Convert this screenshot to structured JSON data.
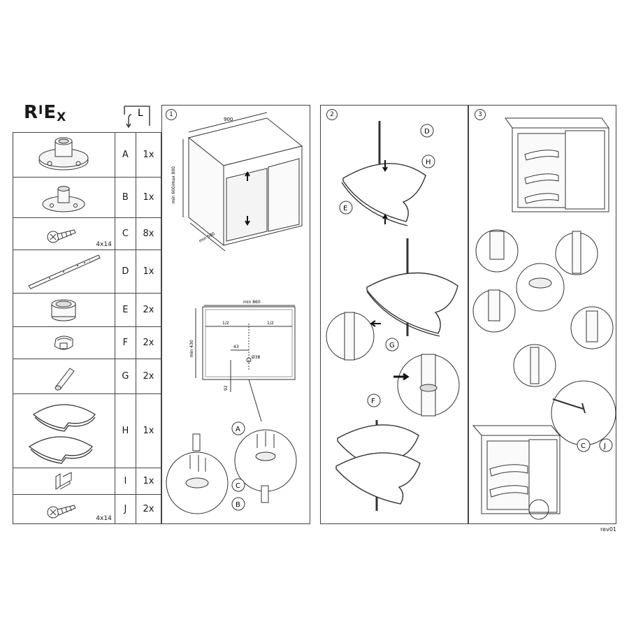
{
  "brand": {
    "main": "R",
    "sub1": "I",
    "main2": "E",
    "sub2": "X"
  },
  "side_label": "L",
  "parts": [
    {
      "letter": "A",
      "qty": "1x",
      "size": "",
      "icon": "flange-base-icon"
    },
    {
      "letter": "B",
      "qty": "1x",
      "size": "",
      "icon": "flange-top-icon"
    },
    {
      "letter": "C",
      "qty": "8x",
      "size": "4x14",
      "icon": "screw-icon"
    },
    {
      "letter": "D",
      "qty": "1x",
      "size": "",
      "icon": "pole-icon"
    },
    {
      "letter": "E",
      "qty": "2x",
      "size": "",
      "icon": "collar-icon"
    },
    {
      "letter": "F",
      "qty": "2x",
      "size": "",
      "icon": "clip-ring-icon"
    },
    {
      "letter": "G",
      "qty": "2x",
      "size": "",
      "icon": "pin-icon"
    },
    {
      "letter": "H",
      "qty": "1x",
      "size": "",
      "icon": "half-moon-tray-icon"
    },
    {
      "letter": "I",
      "qty": "1x",
      "size": "",
      "icon": "bracket-icon"
    },
    {
      "letter": "J",
      "qty": "2x",
      "size": "4x14",
      "icon": "screw-icon"
    }
  ],
  "step1": {
    "num": "1",
    "dim_width": "900",
    "dim_height": "min 600/max 800",
    "dim_depth": "min 500",
    "dim_inner": "min 860",
    "dim_half_left": "1/2",
    "dim_half_right": "1/2",
    "dim_depth2": "min 430",
    "dim_offset": "43",
    "dim_hole": "Ø38",
    "dim_bottom": "92",
    "callout_a": "A",
    "callout_b": "B",
    "callout_c": "C"
  },
  "step2": {
    "num": "2",
    "callout_d": "D",
    "callout_h": "H",
    "callout_e": "E",
    "callout_g": "G",
    "callout_f": "F"
  },
  "step3": {
    "num": "3",
    "callout_c": "C",
    "callout_j": "J"
  },
  "revision": "rev01"
}
